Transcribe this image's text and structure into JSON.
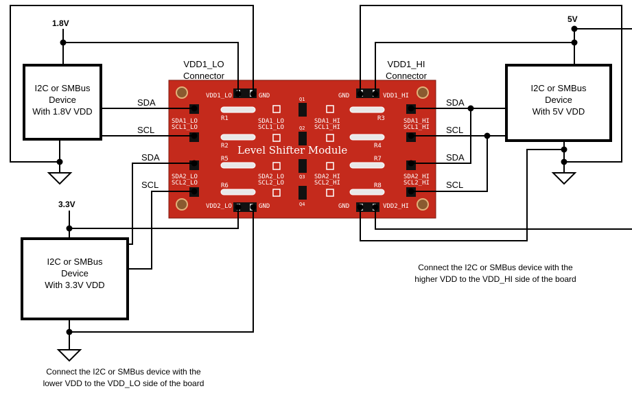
{
  "voltages": {
    "v18": "1.8V",
    "v33": "3.3V",
    "v5": "5V"
  },
  "devices": {
    "dev18": {
      "line1": "I2C or SMBus",
      "line2": "Device",
      "line3": "With 1.8V VDD"
    },
    "dev33": {
      "line1": "I2C or SMBus",
      "line2": "Device",
      "line3": "With 3.3V VDD"
    },
    "dev5": {
      "line1": "I2C or SMBus",
      "line2": "Device",
      "line3": "With 5V VDD"
    }
  },
  "signals": {
    "sda": "SDA",
    "scl": "SCL"
  },
  "connectors": {
    "lo": {
      "line1": "VDD1_LO",
      "line2": "Connector"
    },
    "hi": {
      "line1": "VDD1_HI",
      "line2": "Connector"
    }
  },
  "board": {
    "title": "Level Shifter Module",
    "silk": {
      "vdd1_lo": "VDD1_LO",
      "gnd": "GND",
      "vdd1_hi": "VDD1_HI",
      "vdd2_lo": "VDD2_LO",
      "vdd2_hi": "VDD2_HI",
      "sda1_lo": "SDA1_LO",
      "scl1_lo": "SCL1_LO",
      "sda2_lo": "SDA2_LO",
      "scl2_lo": "SCL2_LO",
      "sda1_hi": "SDA1_HI",
      "scl1_hi": "SCL1_HI",
      "sda2_hi": "SDA2_HI",
      "scl2_hi": "SCL2_HI",
      "r1": "R1",
      "r2": "R2",
      "r3": "R3",
      "r4": "R4",
      "r5": "R5",
      "r6": "R6",
      "r7": "R7",
      "r8": "R8",
      "q1": "Q1",
      "q2": "Q2",
      "q3": "Q3",
      "q4": "Q4"
    },
    "color": "#c42a1c"
  },
  "notes": {
    "lo_line1": "Connect the I2C or SMBus device with the",
    "lo_line2": "lower VDD to the VDD_LO side of the board",
    "hi_line1": "Connect the I2C or SMBus device with the",
    "hi_line2": "higher VDD to the VDD_HI side of the board"
  }
}
